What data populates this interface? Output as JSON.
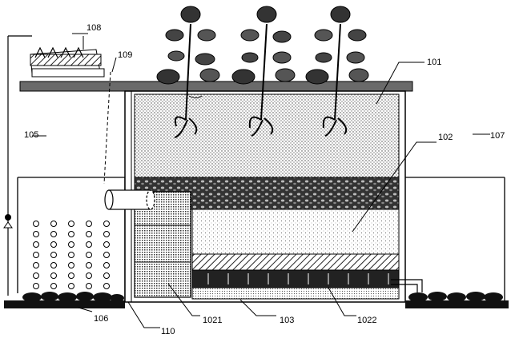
{
  "labels": {
    "l101": "101",
    "l102": "102",
    "l103": "103",
    "l105": "105",
    "l106": "106",
    "l107": "107",
    "l108": "108",
    "l109": "109",
    "l110": "110",
    "l1021": "1021",
    "l1022": "1022"
  },
  "colors": {
    "line": "#000000",
    "background": "#ffffff"
  }
}
